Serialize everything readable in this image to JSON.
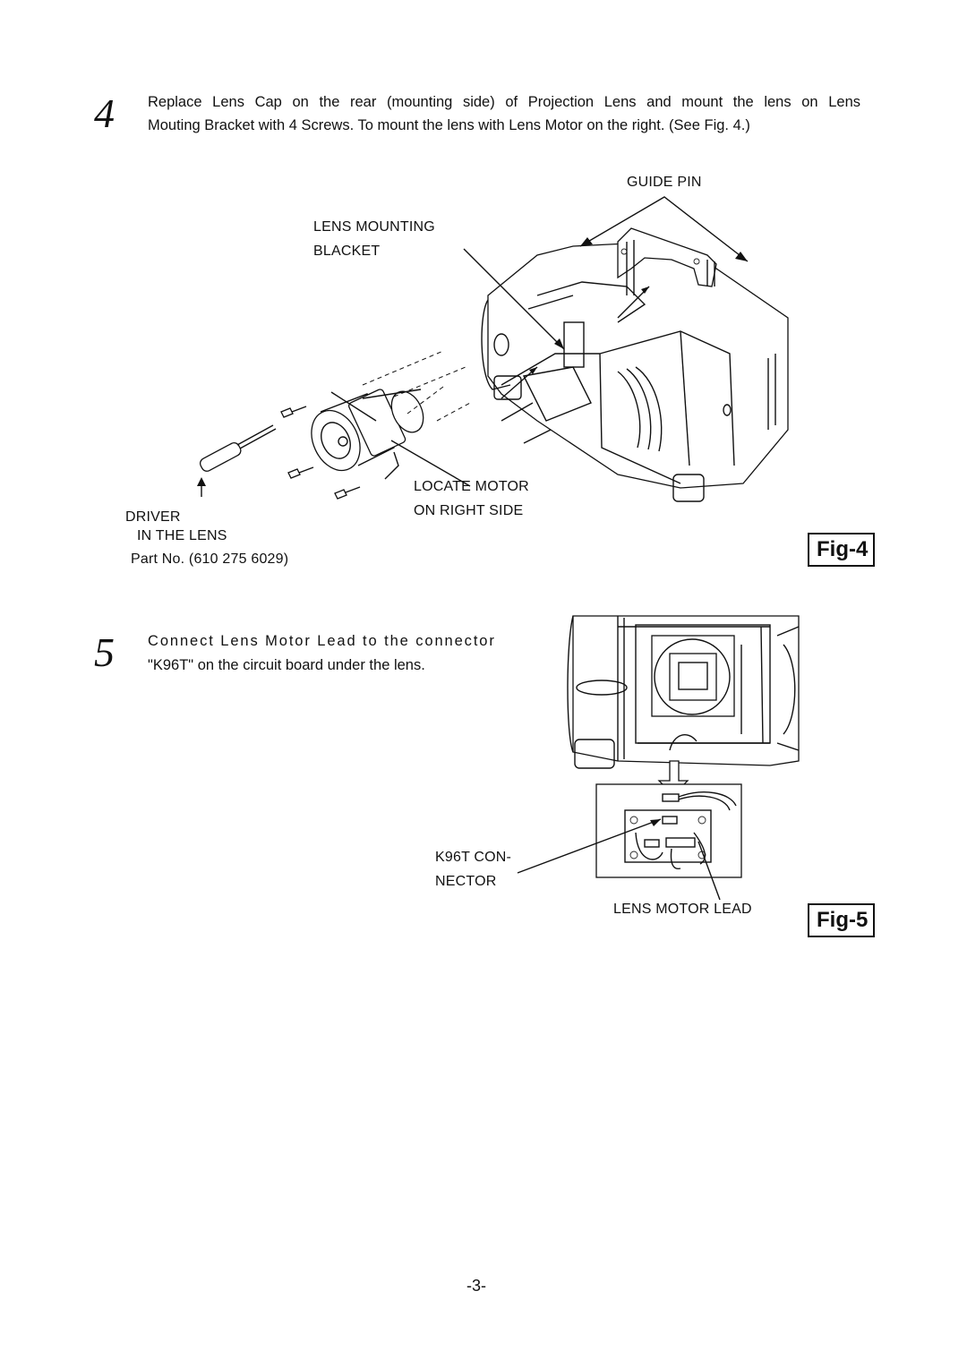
{
  "step4": {
    "number": "4",
    "line1": "Replace Lens Cap on the rear (mounting side) of Projection Lens and mount the lens on Lens",
    "line2": "Mouting Bracket with 4 Screws. To mount the lens with Lens Motor on the right. (See Fig. 4.)"
  },
  "fig4": {
    "guide_pin": "GUIDE PIN",
    "lens_mounting_1": "LENS MOUNTING",
    "lens_mounting_2": "BLACKET",
    "locate_motor_1": "LOCATE MOTOR",
    "locate_motor_2": "ON RIGHT SIDE",
    "driver_1": "DRIVER",
    "driver_2": "IN THE LENS",
    "part_no": "Part No. (610 275 6029)",
    "label": "Fig-4"
  },
  "step5": {
    "number": "5",
    "line1": "Connect Lens Motor Lead to the connector",
    "line2": "\"K96T\" on the circuit board under the lens."
  },
  "fig5": {
    "connector_1": "K96T CON-",
    "connector_2": "NECTOR",
    "motor_lead": "LENS MOTOR LEAD",
    "label": "Fig-5"
  },
  "page_number": "-3-"
}
